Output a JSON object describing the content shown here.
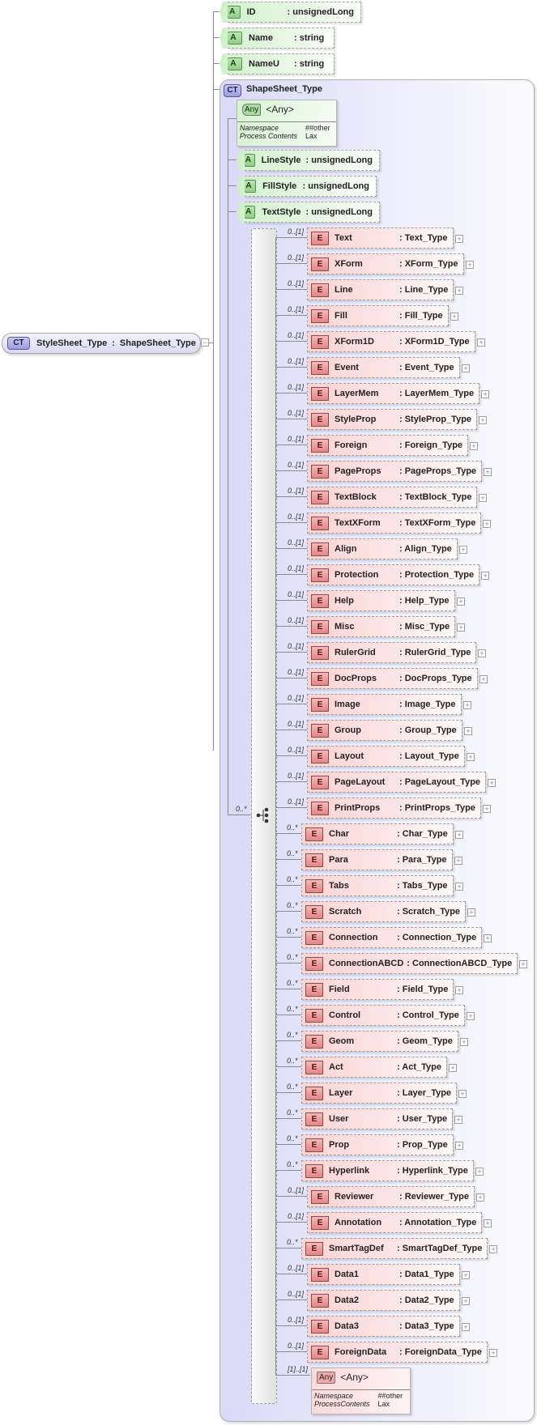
{
  "root": {
    "badge": "CT",
    "name": "StyleSheet_Type",
    "sep": ":",
    "type": "ShapeSheet_Type"
  },
  "attributes": [
    {
      "badge": "A",
      "name": "ID",
      "type": ": unsignedLong"
    },
    {
      "badge": "A",
      "name": "Name",
      "type": ": string"
    },
    {
      "badge": "A",
      "name": "NameU",
      "type": ": string"
    }
  ],
  "complex_type": {
    "badge": "CT",
    "name": "ShapeSheet_Type",
    "any_top": {
      "badge": "Any",
      "title": "<Any>",
      "props": [
        [
          "Namespace",
          "##other"
        ],
        [
          "Process Contents",
          "Lax"
        ]
      ]
    },
    "attributes": [
      {
        "badge": "A",
        "name": "LineStyle",
        "type": ": unsignedLong"
      },
      {
        "badge": "A",
        "name": "FillStyle",
        "type": ": unsignedLong"
      },
      {
        "badge": "A",
        "name": "TextStyle",
        "type": ": unsignedLong"
      }
    ],
    "choice_multiplicity": "0..*",
    "elements": [
      {
        "m": "0..[1]",
        "name": "Text",
        "type": ": Text_Type"
      },
      {
        "m": "0..[1]",
        "name": "XForm",
        "type": ": XForm_Type"
      },
      {
        "m": "0..[1]",
        "name": "Line",
        "type": ": Line_Type"
      },
      {
        "m": "0..[1]",
        "name": "Fill",
        "type": ": Fill_Type"
      },
      {
        "m": "0..[1]",
        "name": "XForm1D",
        "type": ": XForm1D_Type"
      },
      {
        "m": "0..[1]",
        "name": "Event",
        "type": ": Event_Type"
      },
      {
        "m": "0..[1]",
        "name": "LayerMem",
        "type": ": LayerMem_Type"
      },
      {
        "m": "0..[1]",
        "name": "StyleProp",
        "type": ": StyleProp_Type"
      },
      {
        "m": "0..[1]",
        "name": "Foreign",
        "type": ": Foreign_Type"
      },
      {
        "m": "0..[1]",
        "name": "PageProps",
        "type": ": PageProps_Type"
      },
      {
        "m": "0..[1]",
        "name": "TextBlock",
        "type": ": TextBlock_Type"
      },
      {
        "m": "0..[1]",
        "name": "TextXForm",
        "type": ": TextXForm_Type"
      },
      {
        "m": "0..[1]",
        "name": "Align",
        "type": ": Align_Type"
      },
      {
        "m": "0..[1]",
        "name": "Protection",
        "type": ": Protection_Type"
      },
      {
        "m": "0..[1]",
        "name": "Help",
        "type": ": Help_Type"
      },
      {
        "m": "0..[1]",
        "name": "Misc",
        "type": ": Misc_Type"
      },
      {
        "m": "0..[1]",
        "name": "RulerGrid",
        "type": ": RulerGrid_Type"
      },
      {
        "m": "0..[1]",
        "name": "DocProps",
        "type": ": DocProps_Type"
      },
      {
        "m": "0..[1]",
        "name": "Image",
        "type": ": Image_Type"
      },
      {
        "m": "0..[1]",
        "name": "Group",
        "type": ": Group_Type"
      },
      {
        "m": "0..[1]",
        "name": "Layout",
        "type": ": Layout_Type"
      },
      {
        "m": "0..[1]",
        "name": "PageLayout",
        "type": ": PageLayout_Type"
      },
      {
        "m": "0..[1]",
        "name": "PrintProps",
        "type": ": PrintProps_Type"
      },
      {
        "m": "0..*",
        "name": "Char",
        "type": ": Char_Type"
      },
      {
        "m": "0..*",
        "name": "Para",
        "type": ": Para_Type"
      },
      {
        "m": "0..*",
        "name": "Tabs",
        "type": ": Tabs_Type"
      },
      {
        "m": "0..*",
        "name": "Scratch",
        "type": ": Scratch_Type"
      },
      {
        "m": "0..*",
        "name": "Connection",
        "type": ": Connection_Type"
      },
      {
        "m": "0..*",
        "name": "ConnectionABCD",
        "type": ": ConnectionABCD_Type"
      },
      {
        "m": "0..*",
        "name": "Field",
        "type": ": Field_Type"
      },
      {
        "m": "0..*",
        "name": "Control",
        "type": ": Control_Type"
      },
      {
        "m": "0..*",
        "name": "Geom",
        "type": ": Geom_Type"
      },
      {
        "m": "0..*",
        "name": "Act",
        "type": ": Act_Type"
      },
      {
        "m": "0..*",
        "name": "Layer",
        "type": ": Layer_Type"
      },
      {
        "m": "0..*",
        "name": "User",
        "type": ": User_Type"
      },
      {
        "m": "0..*",
        "name": "Prop",
        "type": ": Prop_Type"
      },
      {
        "m": "0..*",
        "name": "Hyperlink",
        "type": ": Hyperlink_Type"
      },
      {
        "m": "0..[1]",
        "name": "Reviewer",
        "type": ": Reviewer_Type"
      },
      {
        "m": "0..[1]",
        "name": "Annotation",
        "type": ": Annotation_Type"
      },
      {
        "m": "0..*",
        "name": "SmartTagDef",
        "type": ": SmartTagDef_Type"
      },
      {
        "m": "0..[1]",
        "name": "Data1",
        "type": ": Data1_Type"
      },
      {
        "m": "0..[1]",
        "name": "Data2",
        "type": ": Data2_Type"
      },
      {
        "m": "0..[1]",
        "name": "Data3",
        "type": ": Data3_Type"
      },
      {
        "m": "0..[1]",
        "name": "ForeignData",
        "type": ": ForeignData_Type"
      }
    ],
    "any_bottom": {
      "m": "[1]..[1]",
      "badge": "Any",
      "title": "<Any>",
      "props": [
        [
          "Namespace",
          "##other"
        ],
        [
          "ProcessContents",
          "Lax"
        ]
      ]
    }
  }
}
